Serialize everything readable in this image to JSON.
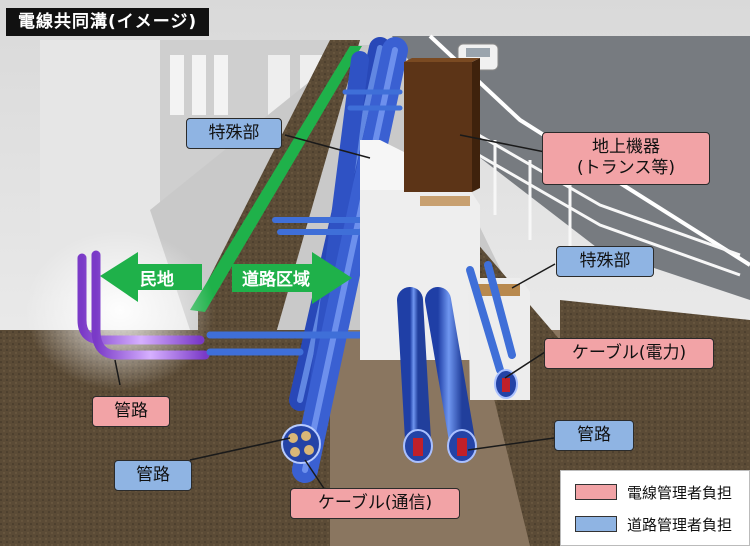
{
  "title": "電線共同溝(イメージ)",
  "callouts": {
    "special_top": "特殊部",
    "ground_equipment_line1": "地上機器",
    "ground_equipment_line2": "(トランス等)",
    "special_right": "特殊部",
    "cable_power": "ケーブル(電力)",
    "conduit_left": "管路",
    "conduit_right": "管路",
    "conduit_bottom": "管路",
    "cable_comm": "ケーブル(通信)"
  },
  "arrows": {
    "private_land": "民地",
    "road_area": "道路区域"
  },
  "legend": {
    "items": [
      {
        "label": "電線管理者負担",
        "color": "#f2a3a6"
      },
      {
        "label": "道路管理者負担",
        "color": "#8fb4e3"
      }
    ]
  },
  "colors": {
    "pipe_blue": "#3f6fd8",
    "pipe_purple": "#a25fe0",
    "arrow_green": "#1fb14a",
    "transformer_brown": "#5c3417",
    "soil": "#5a4a35"
  }
}
